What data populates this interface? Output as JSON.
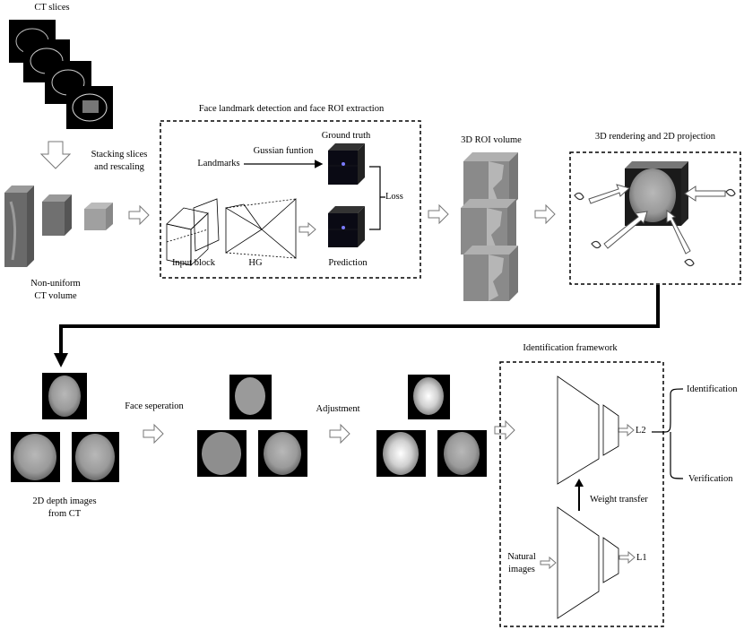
{
  "labels": {
    "ct_slices": "CT slices",
    "stacking_1": "Stacking slices",
    "stacking_2": "and rescaling",
    "nonuniform_1": "Non-uniform",
    "nonuniform_2": "CT volume",
    "landmark_title": "Face landmark detection and  face ROI extraction",
    "gaussian": "Gussian funtion",
    "ground_truth": "Ground truth",
    "landmarks": "Landmarks",
    "loss": "Loss",
    "input_block": "Input block",
    "hg": "HG",
    "prediction": "Prediction",
    "roi_volume": "3D ROI volume",
    "rendering_title": "3D rendering and 2D projection",
    "depth_1": "2D depth images",
    "depth_2": "from CT",
    "face_separation": "Face seperation",
    "adjustment": "Adjustment",
    "ident_framework": "Identification framework",
    "identification": "Identification",
    "verification": "Verification",
    "l2": "L2",
    "l1": "L1",
    "weight_transfer": "Weight transfer",
    "natural_1": "Natural",
    "natural_2": "images"
  },
  "colors": {
    "line": "#000000",
    "slice_bg": "#000000",
    "volume_gray": "#6e6e6e",
    "roi_gray": "#8a8a8a",
    "face_gray": "#a8a8a8",
    "face_light": "#d8d8d8",
    "dark_cube": "#0a0a14",
    "landmark_dot": "#7b7bff"
  }
}
